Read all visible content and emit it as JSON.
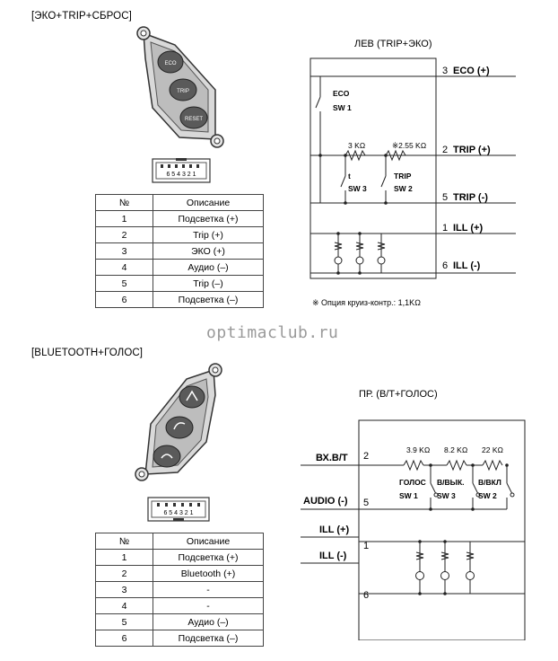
{
  "section1": {
    "title": "[ЭКО+TRIP+СБРОС]",
    "buttons": [
      "ECO",
      "TRIP",
      "RESET"
    ],
    "connector_pins": "6 5 4 3 2 1",
    "table": {
      "headers": [
        "№",
        "Описание"
      ],
      "rows": [
        [
          "1",
          "Подсветка (+)"
        ],
        [
          "2",
          "Trip (+)"
        ],
        [
          "3",
          "ЭКО (+)"
        ],
        [
          "4",
          "Аудио (–)"
        ],
        [
          "5",
          "Trip (–)"
        ],
        [
          "6",
          "Подсветка (–)"
        ]
      ]
    },
    "schematic": {
      "title": "ЛЕВ (TRIP+ЭКО)",
      "pins": [
        {
          "num": "3",
          "label": "ECO (+)"
        },
        {
          "num": "2",
          "label": "TRIP (+)"
        },
        {
          "num": "5",
          "label": "TRIP (-)"
        },
        {
          "num": "1",
          "label": "ILL (+)"
        },
        {
          "num": "6",
          "label": "ILL (-)"
        }
      ],
      "eco_label": "ECO",
      "sw1": "SW 1",
      "r1": "3 KΩ",
      "r2": "※2.55 KΩ",
      "t_label": "t",
      "sw3": "SW 3",
      "trip_label": "TRIP",
      "sw2": "SW 2",
      "note": "※ Опция круиз-контр.: 1,1KΩ"
    }
  },
  "watermark": "optimaclub.ru",
  "section2": {
    "title": "[BLUETOOTH+ГОЛОС]",
    "connector_pins": "6 5 4 3 2 1",
    "table": {
      "headers": [
        "№",
        "Описание"
      ],
      "rows": [
        [
          "1",
          "Подсветка (+)"
        ],
        [
          "2",
          "Bluetooth (+)"
        ],
        [
          "3",
          "-"
        ],
        [
          "4",
          "-"
        ],
        [
          "5",
          "Аудио (–)"
        ],
        [
          "6",
          "Подсветка (–)"
        ]
      ]
    },
    "schematic": {
      "title": "ПР. (В/Т+ГОЛОС)",
      "left_labels": [
        {
          "label": "ВХ.В/Т",
          "num": "2"
        },
        {
          "label": "AUDIO (-)",
          "num": "5"
        },
        {
          "label": "ILL (+)",
          "num": "1"
        },
        {
          "label": "ILL (-)",
          "num": "6"
        }
      ],
      "resistors": [
        "3.9 KΩ",
        "8.2 KΩ",
        "22 KΩ"
      ],
      "switches": [
        {
          "name": "ГОЛОС",
          "sw": "SW 1"
        },
        {
          "name": "В/ВЫК.",
          "sw": "SW 3"
        },
        {
          "name": "В/ВКЛ",
          "sw": "SW 2"
        }
      ]
    }
  }
}
